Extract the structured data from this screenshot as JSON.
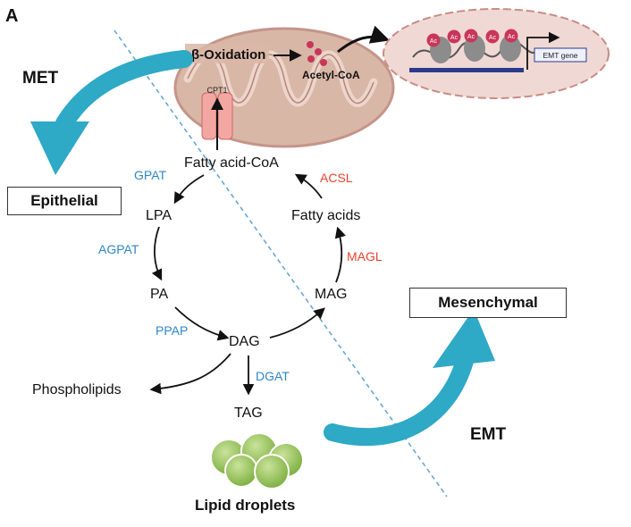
{
  "panel_letter": "A",
  "transitions": {
    "met": "MET",
    "emt": "EMT"
  },
  "states": {
    "epithelial": "Epithelial",
    "mesenchymal": "Mesenchymal"
  },
  "mitochondrion": {
    "process": "β-Oxidation",
    "product": "Acetyl-CoA",
    "transporter": "CPT1"
  },
  "nucleus": {
    "acetyl_mark": "Ac",
    "gene": "EMT gene"
  },
  "metabolites": {
    "fatty_acid_coa": "Fatty acid-CoA",
    "lpa": "LPA",
    "pa": "PA",
    "dag": "DAG",
    "mag": "MAG",
    "fatty_acids": "Fatty acids",
    "phospholipids": "Phospholipids",
    "tag": "TAG",
    "lipid_droplets": "Lipid droplets"
  },
  "enzymes": {
    "gpat": "GPAT",
    "agpat": "AGPAT",
    "ppap": "PPAP",
    "dgat": "DGAT",
    "magl": "MAGL",
    "acsl": "ACSL"
  },
  "colors": {
    "enzyme_blue": "#2f86c8",
    "enzyme_red": "#e8432e",
    "transition_arrow": "#2ea9c6",
    "mito_fill": "#d9b7a6",
    "nucleus_fill": "#f0d9d4",
    "droplet_green": "#8dc04f"
  }
}
